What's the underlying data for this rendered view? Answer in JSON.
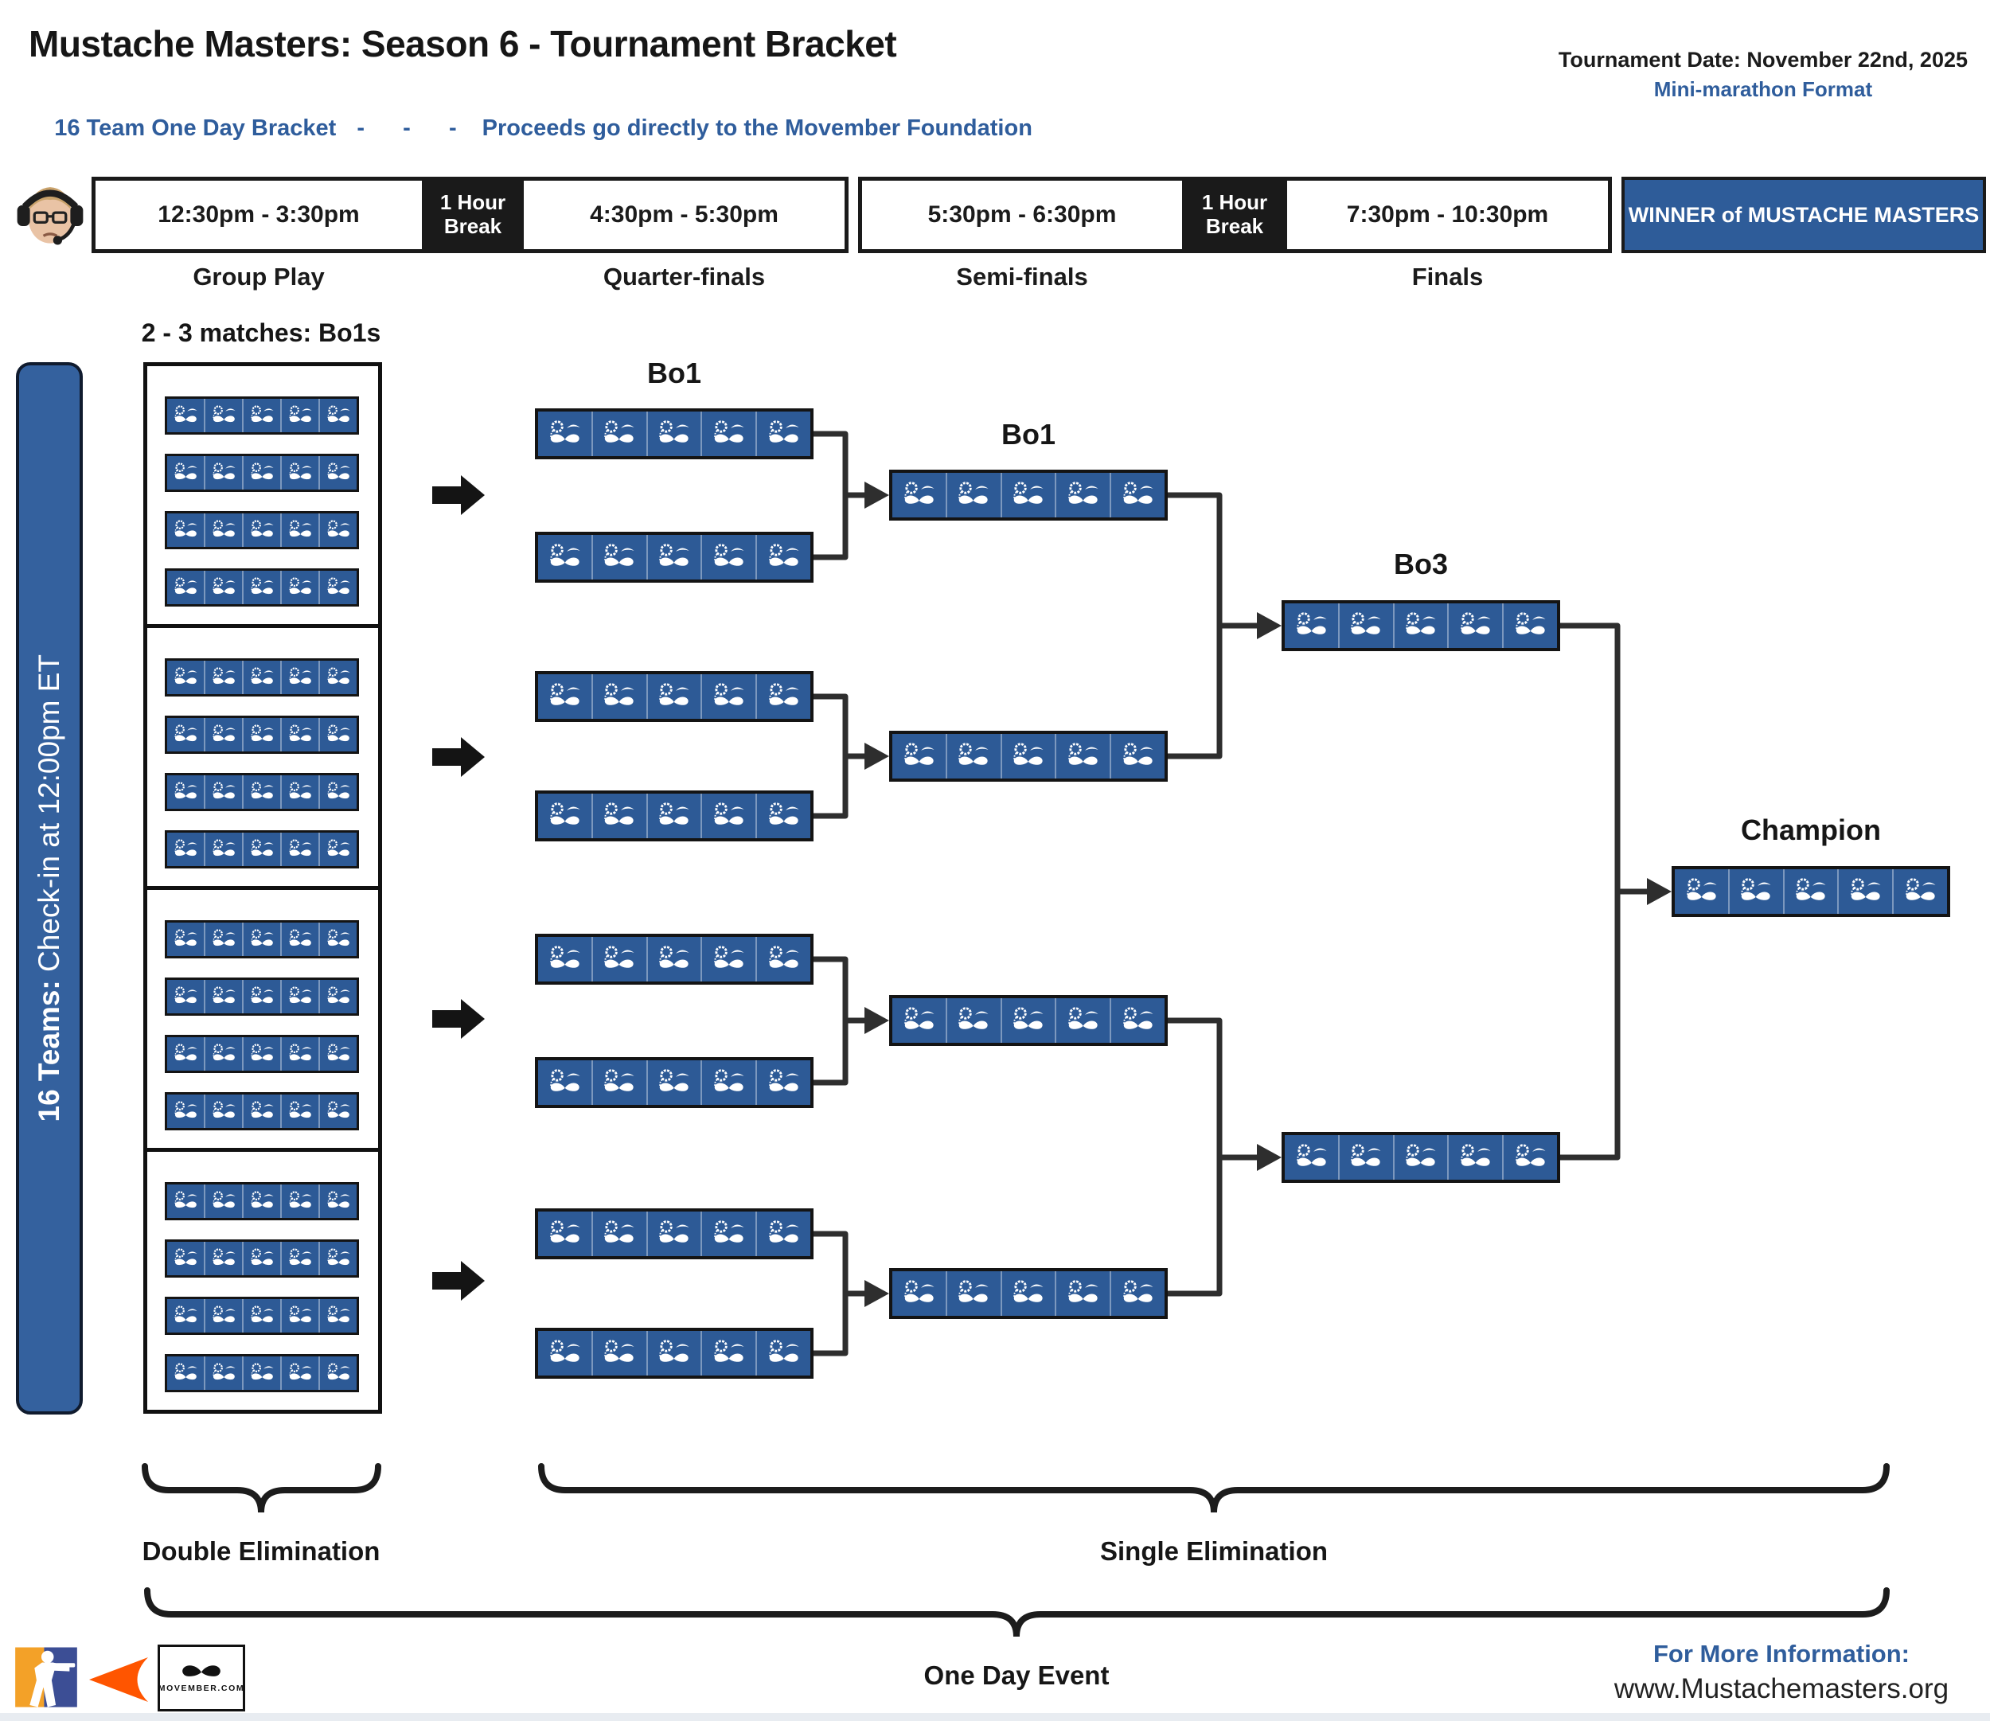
{
  "header": {
    "title": "Mustache Masters: Season 6 - Tournament Bracket",
    "subtitle_left": "16 Team One Day Bracket",
    "subtitle_dashes": "-   -   -",
    "subtitle_right": "Proceeds go directly to the Movember Foundation",
    "date_label": "Tournament Date: November 22nd, 2025",
    "format_label": "Mini-marathon Format"
  },
  "timeline": {
    "segments": [
      {
        "label": "12:30pm - 3:30pm",
        "type": "time"
      },
      {
        "label": "1 Hour Break",
        "type": "break"
      },
      {
        "label": "4:30pm - 5:30pm",
        "type": "time"
      },
      {
        "label": "5:30pm - 6:30pm",
        "type": "time"
      },
      {
        "label": "1 Hour Break",
        "type": "break"
      },
      {
        "label": "7:30pm - 10:30pm",
        "type": "time"
      },
      {
        "label": "WINNER of MUSTACHE MASTERS",
        "type": "winner"
      }
    ],
    "stages": [
      "Group Play",
      "Quarter-finals",
      "Semi-finals",
      "Finals"
    ]
  },
  "sidebar": {
    "text_bold": "16 Teams:",
    "text_rest": " Check-in at 12:00pm ET"
  },
  "bracket": {
    "group_note": "2 - 3 matches: Bo1s",
    "qf_label": "Bo1",
    "sf_label": "Bo1",
    "final_label": "Bo3",
    "champion_label": "Champion",
    "team_count": 16,
    "group_boxes": 4,
    "teams_per_group": 4,
    "quarterfinal_bars": 8,
    "semifinal_bars": 4,
    "final_bars": 2,
    "icons_per_bar": 5
  },
  "footer": {
    "double_elimination": "Double Elimination",
    "single_elimination": "Single Elimination",
    "one_day_event": "One Day Event",
    "info_label": "For More Information:",
    "info_url": "www.Mustachemasters.org"
  },
  "logos": {
    "movember_text": "MOVEMBER.COM"
  },
  "colors": {
    "bar_blue": "#2d5a96",
    "winner_blue": "#2e5c99",
    "sidebar_blue": "#34619e",
    "accent_text_blue": "#2f5d9c",
    "break_black": "#1a1a1a",
    "connector_dark": "#2e2e2e",
    "faceit_orange": "#ff5500",
    "cs_yellow": "#f3a128",
    "cs_blue": "#3c4e95"
  }
}
